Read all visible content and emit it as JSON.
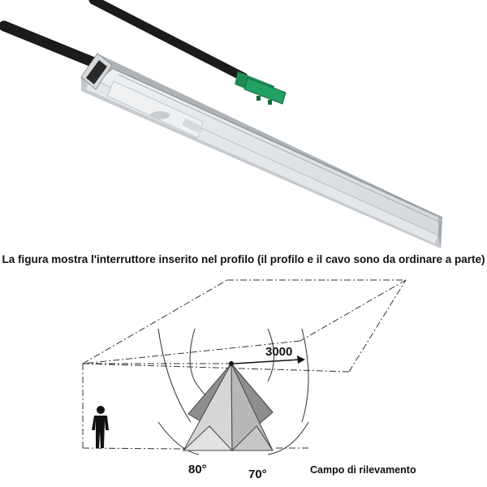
{
  "caption": "La figura mostra l'interruttore inserito nel profilo (il profilo e il cavo sono da ordinare a parte)",
  "diagram": {
    "distance_label": "3000",
    "angle_left_label": "80°",
    "angle_right_label": "70°",
    "field_label": "Campo di rilevamento"
  }
}
